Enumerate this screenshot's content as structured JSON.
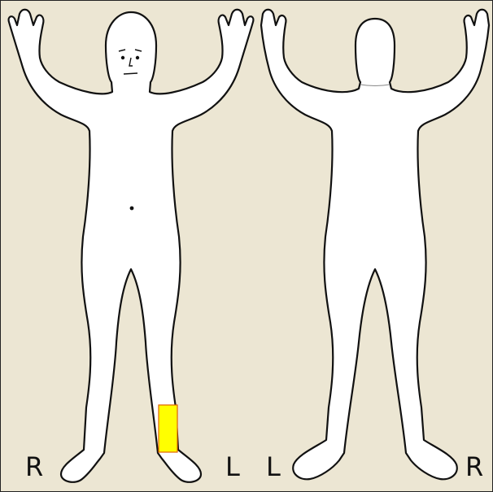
{
  "labels": {
    "front_right": "R",
    "front_left": "L",
    "back_left": "L",
    "back_right": "R"
  },
  "colors": {
    "background": "#ece6d3",
    "body_fill": "#ffffff",
    "body_outline": "#111111",
    "highlight_fill": "#ffff00",
    "highlight_stroke": "#e06000"
  },
  "highlight": {
    "view": "front",
    "region": "left lower leg"
  }
}
